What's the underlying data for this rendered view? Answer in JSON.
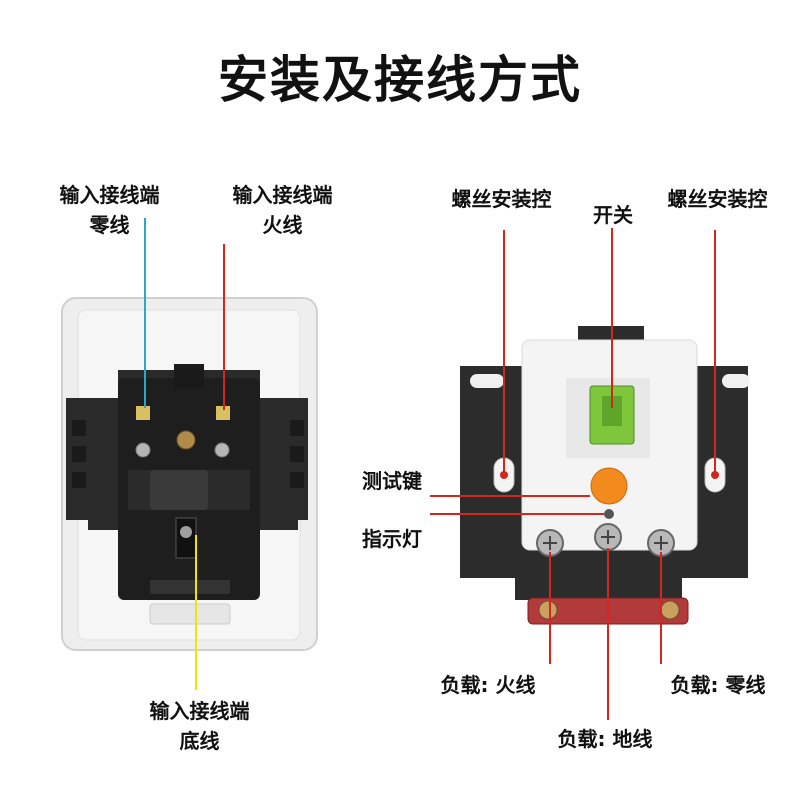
{
  "title": "安装及接线方式",
  "left": {
    "neutral_label": [
      "输入接线端",
      "零线"
    ],
    "live_label": [
      "输入接线端",
      "火线"
    ],
    "ground_label": [
      "输入接线端",
      "底线"
    ]
  },
  "right": {
    "screw_left": "螺丝安装控",
    "switch": "开关",
    "screw_right": "螺丝安装控",
    "test_key": "测试键",
    "indicator": "指示灯",
    "load_live": "负载: 火线",
    "load_ground": "负载: 地线",
    "load_neutral": "负载: 零线"
  },
  "colors": {
    "neutral_line": "#2aa7c9",
    "live_line": "#d0281e",
    "ground_line": "#f2e500",
    "callout_red": "#d0281e"
  }
}
